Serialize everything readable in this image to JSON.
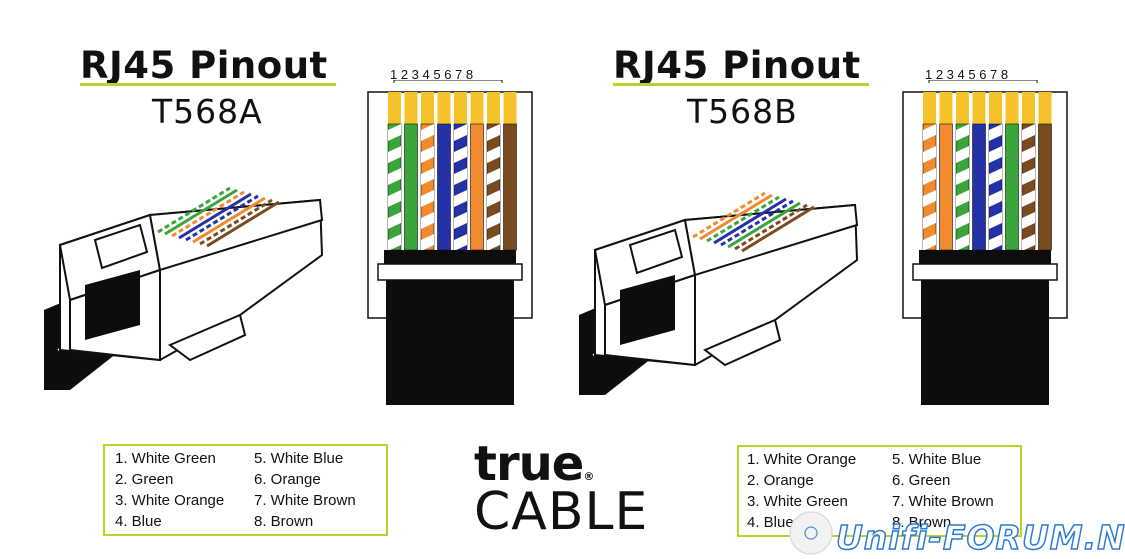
{
  "diagrams": [
    {
      "title": "RJ45 Pinout",
      "standard": "T568A",
      "pin_numbers": "1 2 3 4 5 6 7 8",
      "wires": [
        {
          "pin": 1,
          "color": "#3aa53a",
          "striped": true
        },
        {
          "pin": 2,
          "color": "#3aa53a",
          "striped": false
        },
        {
          "pin": 3,
          "color": "#f28a2e",
          "striped": true
        },
        {
          "pin": 4,
          "color": "#2432a8",
          "striped": false
        },
        {
          "pin": 5,
          "color": "#2432a8",
          "striped": true
        },
        {
          "pin": 6,
          "color": "#f28a2e",
          "striped": false
        },
        {
          "pin": 7,
          "color": "#7a4b1f",
          "striped": true
        },
        {
          "pin": 8,
          "color": "#7a4b1f",
          "striped": false
        }
      ],
      "legend": [
        "1. White Green",
        "2. Green",
        "3. White Orange",
        "4. Blue",
        "5. White Blue",
        "6. Orange",
        "7. White Brown",
        "8. Brown"
      ]
    },
    {
      "title": "RJ45 Pinout",
      "standard": "T568B",
      "pin_numbers": "1 2 3 4 5 6 7 8",
      "wires": [
        {
          "pin": 1,
          "color": "#f28a2e",
          "striped": true
        },
        {
          "pin": 2,
          "color": "#f28a2e",
          "striped": false
        },
        {
          "pin": 3,
          "color": "#3aa53a",
          "striped": true
        },
        {
          "pin": 4,
          "color": "#2432a8",
          "striped": false
        },
        {
          "pin": 5,
          "color": "#2432a8",
          "striped": true
        },
        {
          "pin": 6,
          "color": "#3aa53a",
          "striped": false
        },
        {
          "pin": 7,
          "color": "#7a4b1f",
          "striped": true
        },
        {
          "pin": 8,
          "color": "#7a4b1f",
          "striped": false
        }
      ],
      "legend": [
        "1. White Orange",
        "2. Orange",
        "3. White Green",
        "4. Blue",
        "5. White Blue",
        "6. Green",
        "7. White Brown",
        "8. Brown"
      ]
    }
  ],
  "brand": {
    "line1": "true",
    "registered": "®",
    "line2": "CABLE"
  },
  "watermark": {
    "text": "Unifi-FORUM.NL"
  },
  "colors": {
    "accent_underline": "#b9d22c",
    "contact_gold": "#f4c22b",
    "cable_black": "#0d0d0d",
    "watermark_blue": "#2b7bd6"
  }
}
